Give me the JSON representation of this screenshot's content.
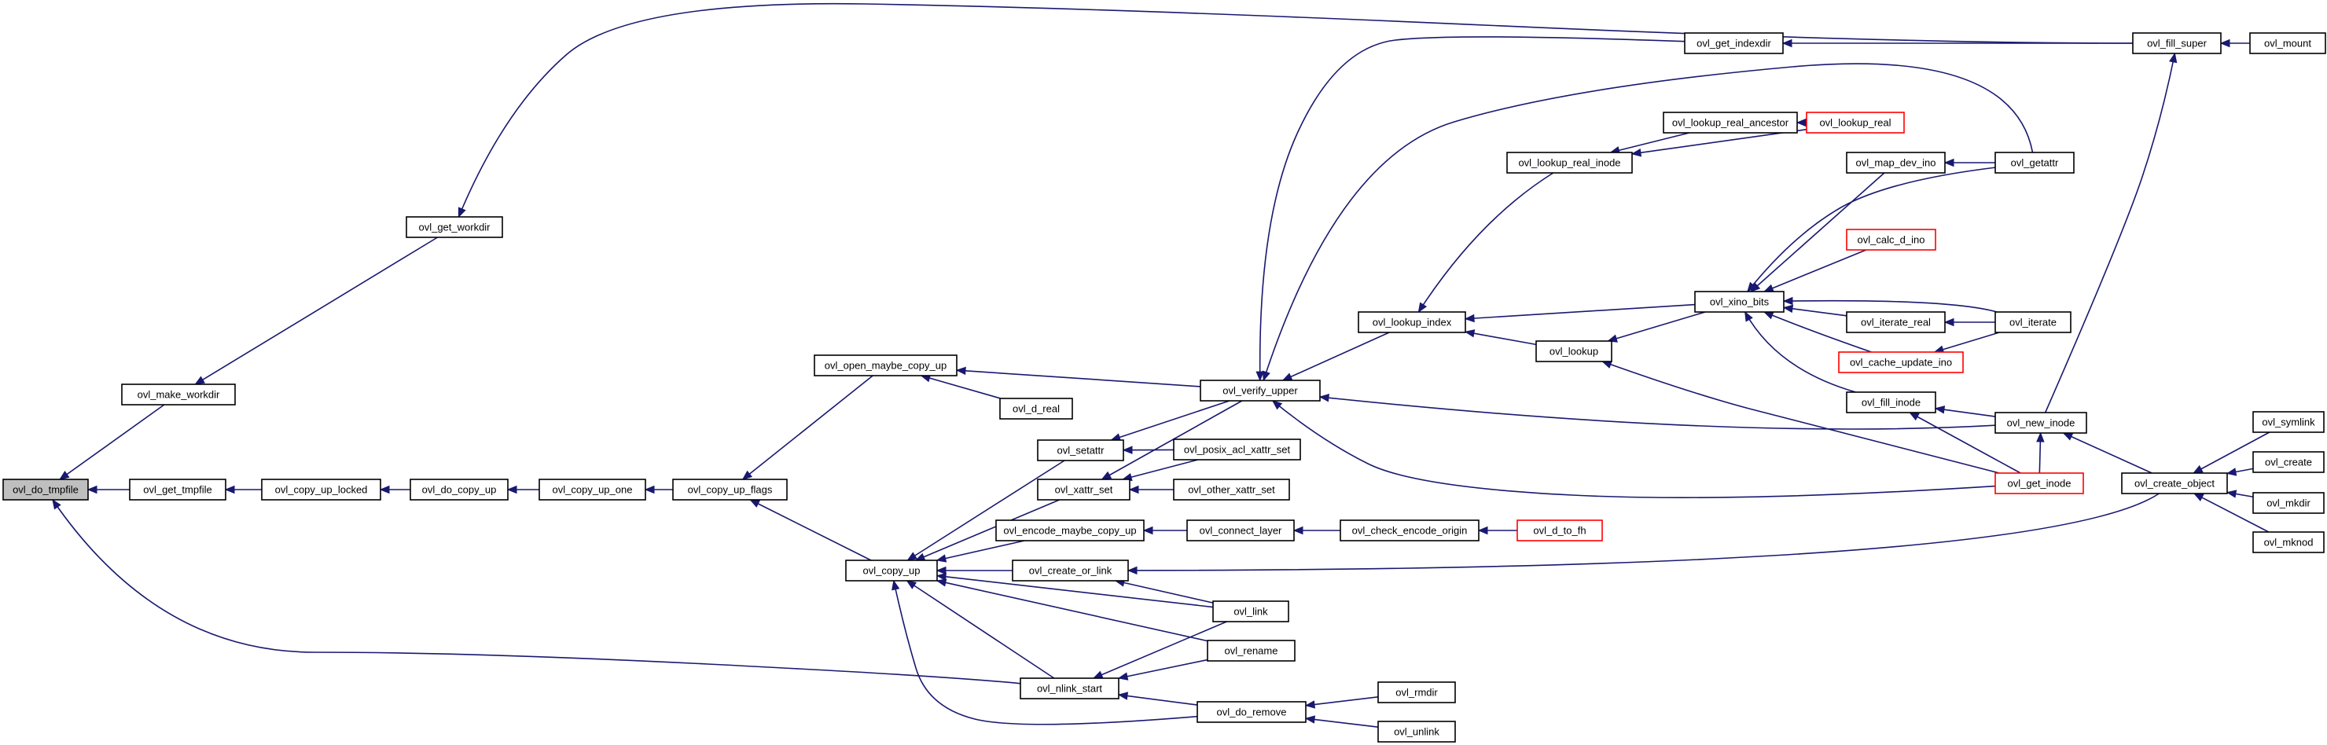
{
  "diagram": {
    "type": "caller-graph",
    "colors": {
      "edge": "#191970",
      "node_border": "#000000",
      "truncated_border": "#ff0000",
      "focus_fill": "#bfbfbf",
      "background": "#ffffff"
    },
    "nodes": [
      {
        "id": "do_tmpfile",
        "label": "ovl_do_tmpfile",
        "focus": true
      },
      {
        "id": "get_tmpfile",
        "label": "ovl_get_tmpfile"
      },
      {
        "id": "make_workdir",
        "label": "ovl_make_workdir"
      },
      {
        "id": "get_workdir",
        "label": "ovl_get_workdir"
      },
      {
        "id": "fill_super",
        "label": "ovl_fill_super"
      },
      {
        "id": "mount",
        "label": "ovl_mount"
      },
      {
        "id": "copy_up_locked",
        "label": "ovl_copy_up_locked"
      },
      {
        "id": "do_copy_up",
        "label": "ovl_do_copy_up"
      },
      {
        "id": "copy_up_one",
        "label": "ovl_copy_up_one"
      },
      {
        "id": "copy_up_flags",
        "label": "ovl_copy_up_flags"
      },
      {
        "id": "open_maybe_copy_up",
        "label": "ovl_open_maybe_copy_up"
      },
      {
        "id": "d_real",
        "label": "ovl_d_real"
      },
      {
        "id": "copy_up",
        "label": "ovl_copy_up"
      },
      {
        "id": "setattr",
        "label": "ovl_setattr"
      },
      {
        "id": "xattr_set",
        "label": "ovl_xattr_set"
      },
      {
        "id": "encode_maybe_copy_up",
        "label": "ovl_encode_maybe_copy_up"
      },
      {
        "id": "create_or_link",
        "label": "ovl_create_or_link"
      },
      {
        "id": "nlink_start",
        "label": "ovl_nlink_start"
      },
      {
        "id": "verify_upper",
        "label": "ovl_verify_upper"
      },
      {
        "id": "posix_acl_xattr_set",
        "label": "ovl_posix_acl_xattr_set"
      },
      {
        "id": "other_xattr_set",
        "label": "ovl_other_xattr_set"
      },
      {
        "id": "connect_layer",
        "label": "ovl_connect_layer"
      },
      {
        "id": "check_encode_origin",
        "label": "ovl_check_encode_origin"
      },
      {
        "id": "d_to_fh",
        "label": "ovl_d_to_fh",
        "truncated": true
      },
      {
        "id": "link",
        "label": "ovl_link"
      },
      {
        "id": "rename",
        "label": "ovl_rename"
      },
      {
        "id": "do_remove",
        "label": "ovl_do_remove"
      },
      {
        "id": "rmdir",
        "label": "ovl_rmdir"
      },
      {
        "id": "unlink",
        "label": "ovl_unlink"
      },
      {
        "id": "get_indexdir",
        "label": "ovl_get_indexdir"
      },
      {
        "id": "lookup_index",
        "label": "ovl_lookup_index"
      },
      {
        "id": "lookup",
        "label": "ovl_lookup"
      },
      {
        "id": "lookup_real_inode",
        "label": "ovl_lookup_real_inode"
      },
      {
        "id": "lookup_real_ancestor",
        "label": "ovl_lookup_real_ancestor"
      },
      {
        "id": "lookup_real",
        "label": "ovl_lookup_real",
        "truncated": true
      },
      {
        "id": "xino_bits",
        "label": "ovl_xino_bits"
      },
      {
        "id": "map_dev_ino",
        "label": "ovl_map_dev_ino"
      },
      {
        "id": "getattr",
        "label": "ovl_getattr"
      },
      {
        "id": "calc_d_ino",
        "label": "ovl_calc_d_ino",
        "truncated": true
      },
      {
        "id": "iterate_real",
        "label": "ovl_iterate_real"
      },
      {
        "id": "iterate",
        "label": "ovl_iterate"
      },
      {
        "id": "cache_update_ino",
        "label": "ovl_cache_update_ino",
        "truncated": true
      },
      {
        "id": "fill_inode",
        "label": "ovl_fill_inode"
      },
      {
        "id": "new_inode",
        "label": "ovl_new_inode"
      },
      {
        "id": "get_inode",
        "label": "ovl_get_inode",
        "truncated": true
      },
      {
        "id": "create_object",
        "label": "ovl_create_object"
      },
      {
        "id": "symlink",
        "label": "ovl_symlink"
      },
      {
        "id": "create",
        "label": "ovl_create"
      },
      {
        "id": "mkdir",
        "label": "ovl_mkdir"
      },
      {
        "id": "mknod",
        "label": "ovl_mknod"
      }
    ],
    "edges": [
      {
        "from": "get_tmpfile",
        "to": "do_tmpfile"
      },
      {
        "from": "make_workdir",
        "to": "do_tmpfile"
      },
      {
        "from": "nlink_start",
        "to": "do_tmpfile"
      },
      {
        "from": "get_workdir",
        "to": "make_workdir"
      },
      {
        "from": "fill_super",
        "to": "get_workdir"
      },
      {
        "from": "mount",
        "to": "fill_super"
      },
      {
        "from": "copy_up_locked",
        "to": "get_tmpfile"
      },
      {
        "from": "do_copy_up",
        "to": "copy_up_locked"
      },
      {
        "from": "copy_up_one",
        "to": "do_copy_up"
      },
      {
        "from": "copy_up_flags",
        "to": "copy_up_one"
      },
      {
        "from": "open_maybe_copy_up",
        "to": "copy_up_flags"
      },
      {
        "from": "copy_up",
        "to": "copy_up_flags"
      },
      {
        "from": "d_real",
        "to": "open_maybe_copy_up"
      },
      {
        "from": "verify_upper",
        "to": "open_maybe_copy_up"
      },
      {
        "from": "setattr",
        "to": "copy_up"
      },
      {
        "from": "xattr_set",
        "to": "copy_up"
      },
      {
        "from": "encode_maybe_copy_up",
        "to": "copy_up"
      },
      {
        "from": "create_or_link",
        "to": "copy_up"
      },
      {
        "from": "link",
        "to": "copy_up"
      },
      {
        "from": "rename",
        "to": "copy_up"
      },
      {
        "from": "nlink_start",
        "to": "copy_up"
      },
      {
        "from": "do_remove",
        "to": "copy_up"
      },
      {
        "from": "verify_upper",
        "to": "setattr"
      },
      {
        "from": "posix_acl_xattr_set",
        "to": "setattr"
      },
      {
        "from": "verify_upper",
        "to": "xattr_set"
      },
      {
        "from": "posix_acl_xattr_set",
        "to": "xattr_set"
      },
      {
        "from": "other_xattr_set",
        "to": "xattr_set"
      },
      {
        "from": "connect_layer",
        "to": "encode_maybe_copy_up"
      },
      {
        "from": "check_encode_origin",
        "to": "connect_layer"
      },
      {
        "from": "d_to_fh",
        "to": "check_encode_origin"
      },
      {
        "from": "create_object",
        "to": "create_or_link"
      },
      {
        "from": "link",
        "to": "create_or_link"
      },
      {
        "from": "link",
        "to": "nlink_start"
      },
      {
        "from": "rename",
        "to": "nlink_start"
      },
      {
        "from": "do_remove",
        "to": "nlink_start"
      },
      {
        "from": "rmdir",
        "to": "do_remove"
      },
      {
        "from": "unlink",
        "to": "do_remove"
      },
      {
        "from": "lookup_index",
        "to": "verify_upper"
      },
      {
        "from": "get_indexdir",
        "to": "verify_upper"
      },
      {
        "from": "getattr",
        "to": "verify_upper"
      },
      {
        "from": "new_inode",
        "to": "verify_upper"
      },
      {
        "from": "get_inode",
        "to": "verify_upper"
      },
      {
        "from": "fill_super",
        "to": "get_indexdir"
      },
      {
        "from": "lookup",
        "to": "lookup_index"
      },
      {
        "from": "xino_bits",
        "to": "lookup_index"
      },
      {
        "from": "lookup_real_inode",
        "to": "lookup_index"
      },
      {
        "from": "lookup_real_ancestor",
        "to": "lookup_real_inode"
      },
      {
        "from": "lookup_real",
        "to": "lookup_real_inode"
      },
      {
        "from": "lookup_real",
        "to": "lookup_real_ancestor"
      },
      {
        "from": "xino_bits",
        "to": "lookup"
      },
      {
        "from": "get_inode",
        "to": "lookup"
      },
      {
        "from": "map_dev_ino",
        "to": "xino_bits"
      },
      {
        "from": "getattr",
        "to": "xino_bits"
      },
      {
        "from": "calc_d_ino",
        "to": "xino_bits"
      },
      {
        "from": "iterate_real",
        "to": "xino_bits"
      },
      {
        "from": "iterate",
        "to": "xino_bits"
      },
      {
        "from": "cache_update_ino",
        "to": "xino_bits"
      },
      {
        "from": "fill_inode",
        "to": "xino_bits"
      },
      {
        "from": "getattr",
        "to": "map_dev_ino"
      },
      {
        "from": "iterate",
        "to": "iterate_real"
      },
      {
        "from": "iterate",
        "to": "cache_update_ino"
      },
      {
        "from": "new_inode",
        "to": "fill_inode"
      },
      {
        "from": "get_inode",
        "to": "fill_inode"
      },
      {
        "from": "get_inode",
        "to": "new_inode"
      },
      {
        "from": "create_object",
        "to": "new_inode"
      },
      {
        "from": "new_inode",
        "to": "fill_super"
      },
      {
        "from": "symlink",
        "to": "create_object"
      },
      {
        "from": "create",
        "to": "create_object"
      },
      {
        "from": "mkdir",
        "to": "create_object"
      },
      {
        "from": "mknod",
        "to": "create_object"
      }
    ]
  }
}
